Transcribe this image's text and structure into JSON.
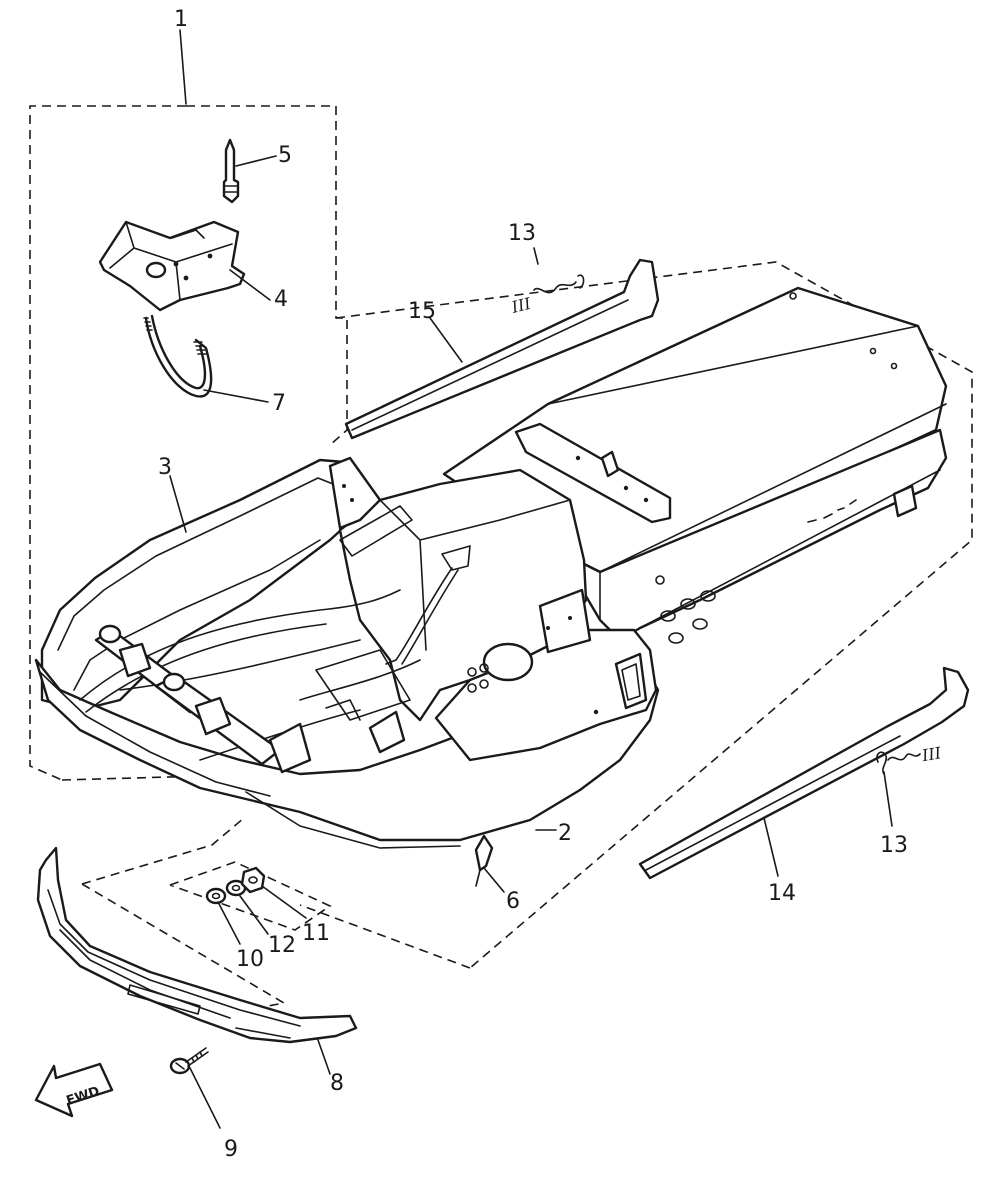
{
  "callouts": {
    "c1": "1",
    "c2": "2",
    "c3": "3",
    "c4": "4",
    "c5": "5",
    "c6": "6",
    "c7": "7",
    "c8": "8",
    "c9": "9",
    "c10": "10",
    "c11": "11",
    "c12": "12",
    "c13a": "13",
    "c13b": "13",
    "c14": "14",
    "c15": "15"
  },
  "emblem_upper": "III",
  "emblem_lower": "III",
  "fwd_arrow": "FWD"
}
